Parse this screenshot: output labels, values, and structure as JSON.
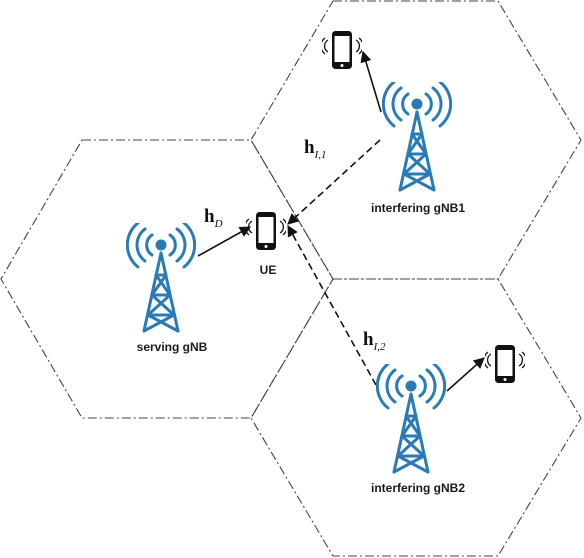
{
  "labels": {
    "serving": "serving gNB",
    "interfering1": "interfering gNB1",
    "interfering2": "interfering gNB2",
    "ue": "UE"
  },
  "links": {
    "direct": {
      "main": "h",
      "sub": "D"
    },
    "interf1": {
      "main": "h",
      "sub": "I,1"
    },
    "interf2": {
      "main": "h",
      "sub": "I,2"
    }
  },
  "colors": {
    "tower": "#2a7bb5",
    "hexagon": "#444444",
    "arrow": "#111111",
    "phone": "#111111"
  },
  "icons": {
    "tower": "cell-tower-icon",
    "phone": "mobile-phone-icon"
  }
}
